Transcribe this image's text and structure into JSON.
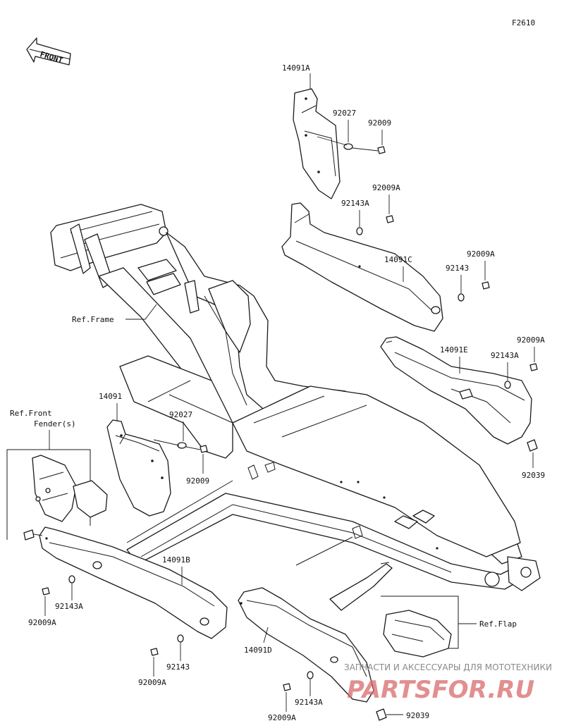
{
  "figure_code": "F2610",
  "front_label": "FRONT",
  "parts": {
    "p14091A": "14091A",
    "p92027_top": "92027",
    "p92009_top": "92009",
    "p92009A_1": "92009A",
    "p92143A_1": "92143A",
    "p14091C": "14091C",
    "p92009A_2": "92009A",
    "p92143_1": "92143",
    "p92009A_3": "92009A",
    "p14091E": "14091E",
    "p92143A_2": "92143A",
    "p92039_1": "92039",
    "p14091": "14091",
    "p92027_mid": "92027",
    "p92009_mid": "92009",
    "p14091B": "14091B",
    "p92143A_3": "92143A",
    "p92009A_4": "92009A",
    "p92143_2": "92143",
    "p92009A_5": "92009A",
    "p14091D": "14091D",
    "p92143A_4": "92143A",
    "p92009A_6": "92009A",
    "p92039_2": "92039"
  },
  "refs": {
    "frame": "Ref.Frame",
    "front_fender_line1": "Ref.Front",
    "front_fender_line2": "Fender(s)",
    "flap": "Ref.Flap"
  },
  "watermark": {
    "tagline": "ЗАПЧАСТИ И АКСЕССУАРЫ ДЛЯ МОТОТЕХНИКИ",
    "brand": "PARTSFOR.RU"
  }
}
